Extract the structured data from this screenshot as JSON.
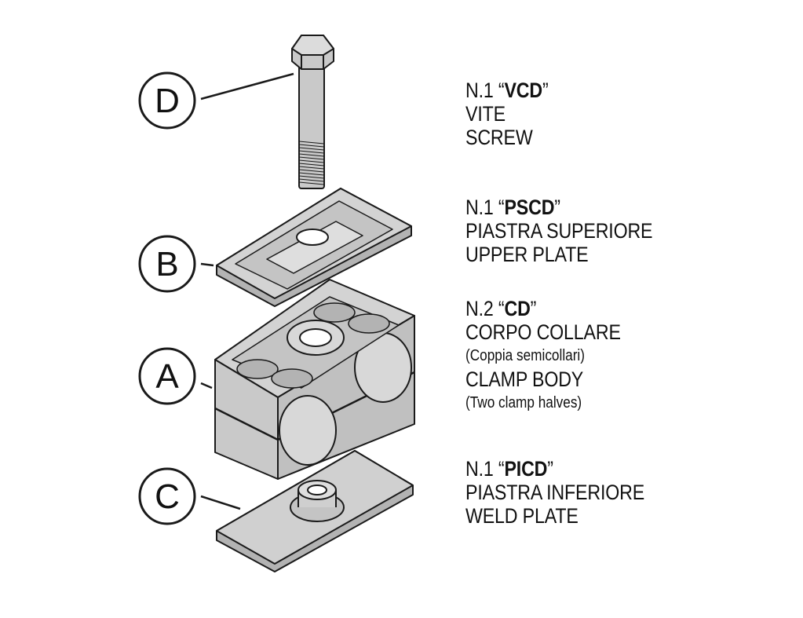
{
  "callouts": {
    "d": "D",
    "b": "B",
    "a": "A",
    "c": "C"
  },
  "legend": {
    "d": {
      "qty": "N.1",
      "open_quote": "“",
      "code": "VCD",
      "close_quote": "”",
      "it": "VITE",
      "en": "SCREW"
    },
    "b": {
      "qty": "N.1",
      "open_quote": "“",
      "code": "PSCD",
      "close_quote": "”",
      "it": "PIASTRA SUPERIORE",
      "en": "UPPER PLATE"
    },
    "a": {
      "qty": "N.2",
      "open_quote": "“",
      "code": "CD",
      "close_quote": "”",
      "it": "CORPO COLLARE",
      "it_note": "(Coppia semicollari)",
      "en": "CLAMP BODY",
      "en_note": "(Two clamp halves)"
    },
    "c": {
      "qty": "N.1",
      "open_quote": "“",
      "code": "PICD",
      "close_quote": "”",
      "it": "PIASTRA INFERIORE",
      "en": "WELD PLATE"
    }
  },
  "colors": {
    "part_fill": "#c9c9c9",
    "part_light": "#dcdcdc",
    "part_dark": "#b3b3b3",
    "outline": "#1a1a1a"
  }
}
